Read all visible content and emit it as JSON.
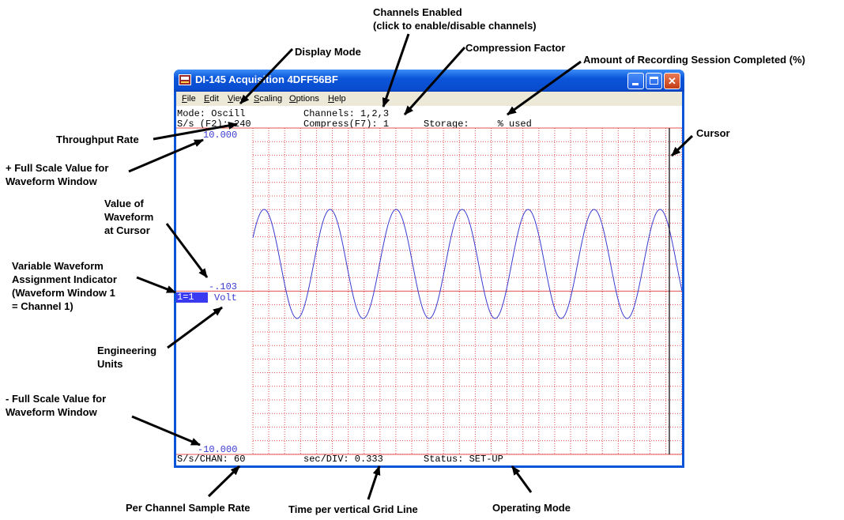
{
  "window": {
    "title": "DI-145 Acquisition 4DFF56BF",
    "icon": "app-icon"
  },
  "menu": [
    "File",
    "Edit",
    "View",
    "Scaling",
    "Options",
    "Help"
  ],
  "status_top": {
    "mode": "Mode: Oscill",
    "throughput": "S/s (F2): 240",
    "channels": "Channels: 1,2,3",
    "compress": "Compress(F7): 1",
    "storage": "Storage:     % used"
  },
  "waveform": {
    "full_scale_pos": "10.000",
    "full_scale_neg": "-10.000",
    "cursor_value": "-.103",
    "assignment": "1=1",
    "units": "Volt",
    "trace_color": "#3a3ad0",
    "grid_color": "#e05050"
  },
  "status_bottom": {
    "per_channel": "S/s/CHAN: 60",
    "sec_div": "sec/DIV: 0.333",
    "status": "Status: SET-UP"
  },
  "callouts": {
    "channels_enabled": [
      "Channels Enabled",
      "(click to enable/disable channels)"
    ],
    "display_mode": "Display Mode",
    "compression_factor": "Compression Factor",
    "amount_completed": "Amount of Recording Session Completed (%)",
    "throughput_rate": "Throughput Rate",
    "cursor": "Cursor",
    "full_scale_pos": [
      "+ Full Scale Value for",
      "Waveform Window"
    ],
    "value_at_cursor": [
      "Value of",
      "Waveform",
      "at Cursor"
    ],
    "assignment_indicator": [
      "Variable Waveform",
      "Assignment Indicator",
      "(Waveform Window 1",
      "= Channel 1)"
    ],
    "engineering_units": [
      "Engineering",
      "Units"
    ],
    "full_scale_neg": [
      "- Full Scale Value for",
      "Waveform Window"
    ],
    "per_channel_rate": "Per Channel Sample Rate",
    "time_per_grid": "Time per vertical Grid Line",
    "operating_mode": "Operating Mode"
  }
}
